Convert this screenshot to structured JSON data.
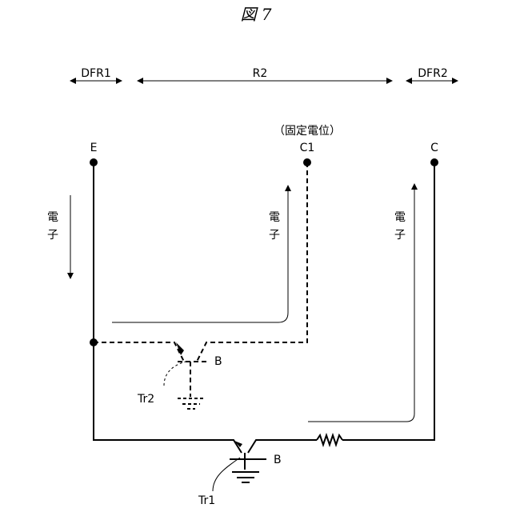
{
  "figure": {
    "title": "図 7",
    "regions": {
      "dfr1": "DFR1",
      "r2": "R2",
      "dfr2": "DFR2"
    },
    "terminals": {
      "emitter": "E",
      "fixed_potential_note": "（固定電位）",
      "collector1": "C1",
      "collector": "C"
    },
    "electron_labels": {
      "left": [
        "電",
        "子"
      ],
      "middle": [
        "電",
        "子"
      ],
      "right": [
        "電",
        "子"
      ]
    },
    "transistors": {
      "tr1_label": "Tr1",
      "tr1_base": "B",
      "tr2_label": "Tr2",
      "tr2_base": "B"
    }
  }
}
